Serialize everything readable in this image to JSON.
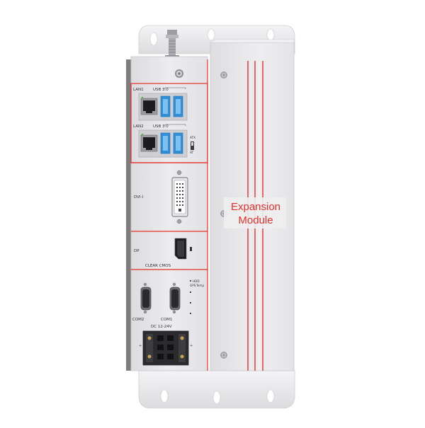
{
  "device": {
    "expansion_module": {
      "line1": "Expansion",
      "line2": "Module"
    },
    "ports": {
      "lan1": "LAN1",
      "usb1": "USB 3.0",
      "lan2": "LAN2",
      "usb2": "USB 3.0",
      "dvi": "DVI-I",
      "dp": "DP",
      "clear_cmos": "CLEAR CMOS",
      "com2": "COM2",
      "com1": "COM1",
      "dc_in": "DC 12-24V",
      "switch_labels": [
        "ATX",
        "AT"
      ],
      "leds": [
        "HDD",
        "GPS",
        "Temp"
      ]
    },
    "colors": {
      "chassis": "#e9e9ec",
      "accent": "#e5302a",
      "usb": "#2f8fd8",
      "side_strip": "#7d7d7d"
    }
  }
}
